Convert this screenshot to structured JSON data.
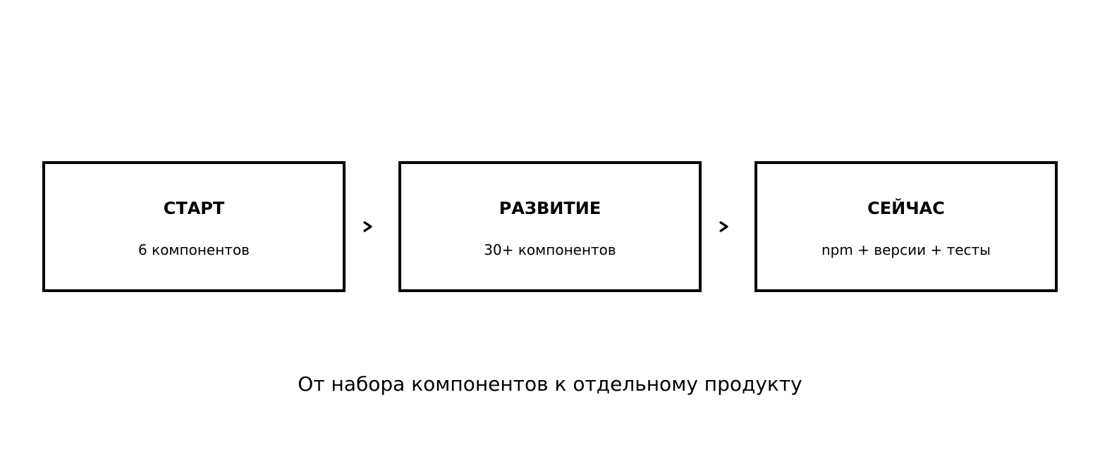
{
  "stages": [
    {
      "title": "СТАРТ",
      "subtitle": "6 компонентов"
    },
    {
      "title": "РАЗВИТИЕ",
      "subtitle": "30+ компонентов"
    },
    {
      "title": "СЕЙЧАС",
      "subtitle": "npm + версии + тесты"
    }
  ],
  "caption": "От набора компонентов к отдельному продукту",
  "arrow_icon": "chevron-right-icon",
  "colors": {
    "stroke": "#000000",
    "background": "#ffffff",
    "text": "#000000"
  }
}
